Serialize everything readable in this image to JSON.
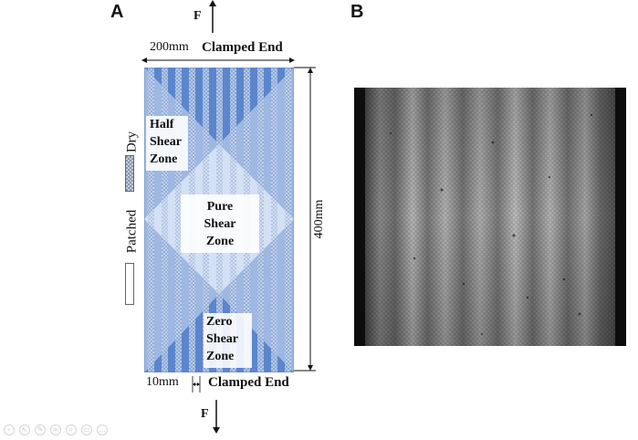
{
  "panel_a": {
    "label": "A",
    "force_top": "F",
    "force_bottom": "F",
    "width_dim": "200mm",
    "top_end_label": "Clamped End",
    "bottom_end_label": "Clamped End",
    "height_dim": "400mm",
    "strip_dim": "10mm",
    "legend": {
      "dry": "Dry",
      "patched": "Patched"
    },
    "zones": {
      "half": [
        "Half",
        "Shear",
        "Zone"
      ],
      "pure": [
        "Pure",
        "Shear",
        "Zone"
      ],
      "zero": [
        "Zero",
        "Shear",
        "Zone"
      ]
    },
    "colors": {
      "blue": "#5b86cc",
      "light_blue": "#c2d3ee",
      "strip": "#b4c6e6"
    }
  },
  "panel_b": {
    "label": "B",
    "image": "grayscale photograph of striped fabric specimen"
  },
  "toolbar": {
    "icons": [
      "back-icon",
      "pointer-icon",
      "pen-icon",
      "link-icon",
      "zoom-icon",
      "screen-icon",
      "more-icon"
    ]
  }
}
